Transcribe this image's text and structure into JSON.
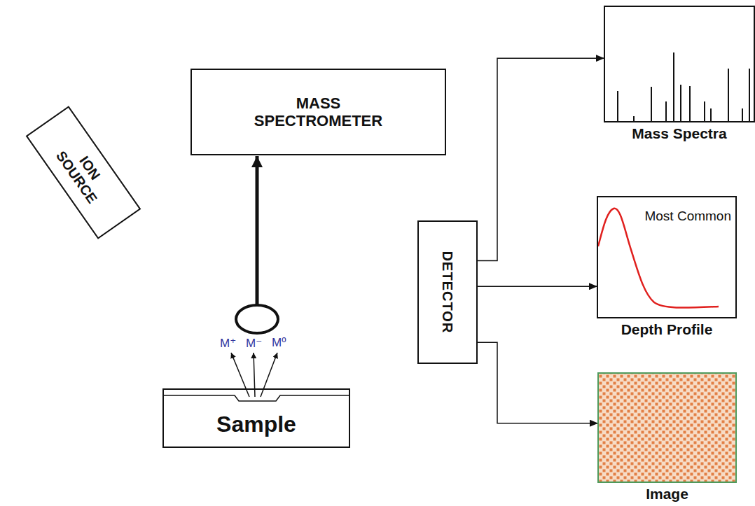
{
  "diagram": {
    "nodes": [
      {
        "text": [
          "ION SOURCE"
        ]
      },
      {
        "text": [
          "MASS SPECTROMETER"
        ]
      },
      {
        "text": [
          "Sample"
        ]
      },
      {
        "text": [
          "DETECTOR"
        ]
      },
      {
        "text": [
          "Mass Spectra"
        ]
      },
      {
        "text": [
          "Most Common",
          "Depth Profile"
        ]
      },
      {
        "text": [
          "Image"
        ]
      }
    ],
    "edges": [
      {
        "from": 3,
        "to": 4,
        "arrow": "to"
      },
      {
        "from": 3,
        "to": 5,
        "arrow": "to"
      },
      {
        "from": 3,
        "to": 6,
        "arrow": "to"
      }
    ],
    "labels": [
      "M⁺",
      "M⁻",
      "Mº"
    ]
  }
}
